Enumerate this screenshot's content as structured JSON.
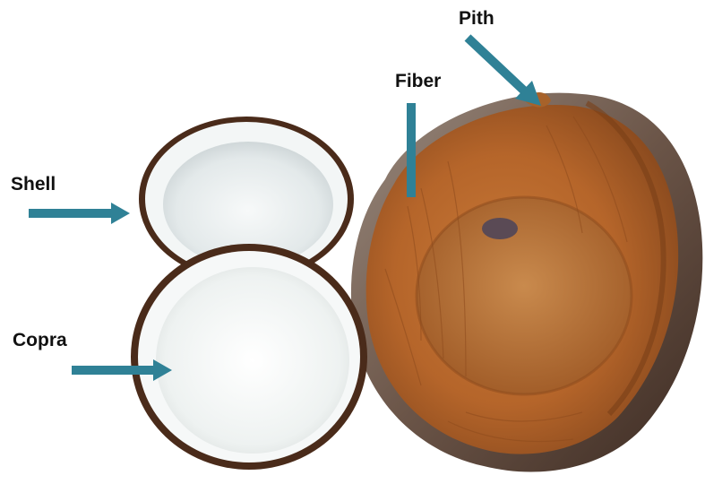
{
  "labels": {
    "pith": "Pith",
    "fiber": "Fiber",
    "shell": "Shell",
    "copra": "Copra"
  },
  "colors": {
    "arrow": "#2f8196",
    "background": "#ffffff",
    "husk": "#b8692a",
    "meat": "#f4f6f5",
    "shell_rim": "#4a2b1a"
  },
  "image": {
    "subject": "coconut-anatomy-photo",
    "parts": [
      "pith",
      "fiber",
      "shell",
      "copra"
    ]
  }
}
